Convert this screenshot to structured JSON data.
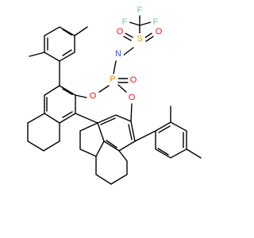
{
  "molecule": {
    "atoms": {
      "f1": {
        "label": "F",
        "color": "#7ec5a2"
      },
      "f2": {
        "label": "F",
        "color": "#7ec5a2"
      },
      "f3": {
        "label": "F",
        "color": "#7ec5a2"
      },
      "s": {
        "label": "S",
        "color": "#c8b400"
      },
      "o_s1": {
        "label": "O",
        "color": "#ff0d0d"
      },
      "o_s2": {
        "label": "O",
        "color": "#ff0d0d"
      },
      "n": {
        "label": "N",
        "color": "#2f50f8"
      },
      "p": {
        "label": "P",
        "color": "#ff8000"
      },
      "o_p": {
        "label": "O",
        "color": "#ff0d0d"
      },
      "o_left": {
        "label": "O",
        "color": "#ff0d0d"
      },
      "o_right": {
        "label": "O",
        "color": "#ff0d0d"
      }
    }
  }
}
